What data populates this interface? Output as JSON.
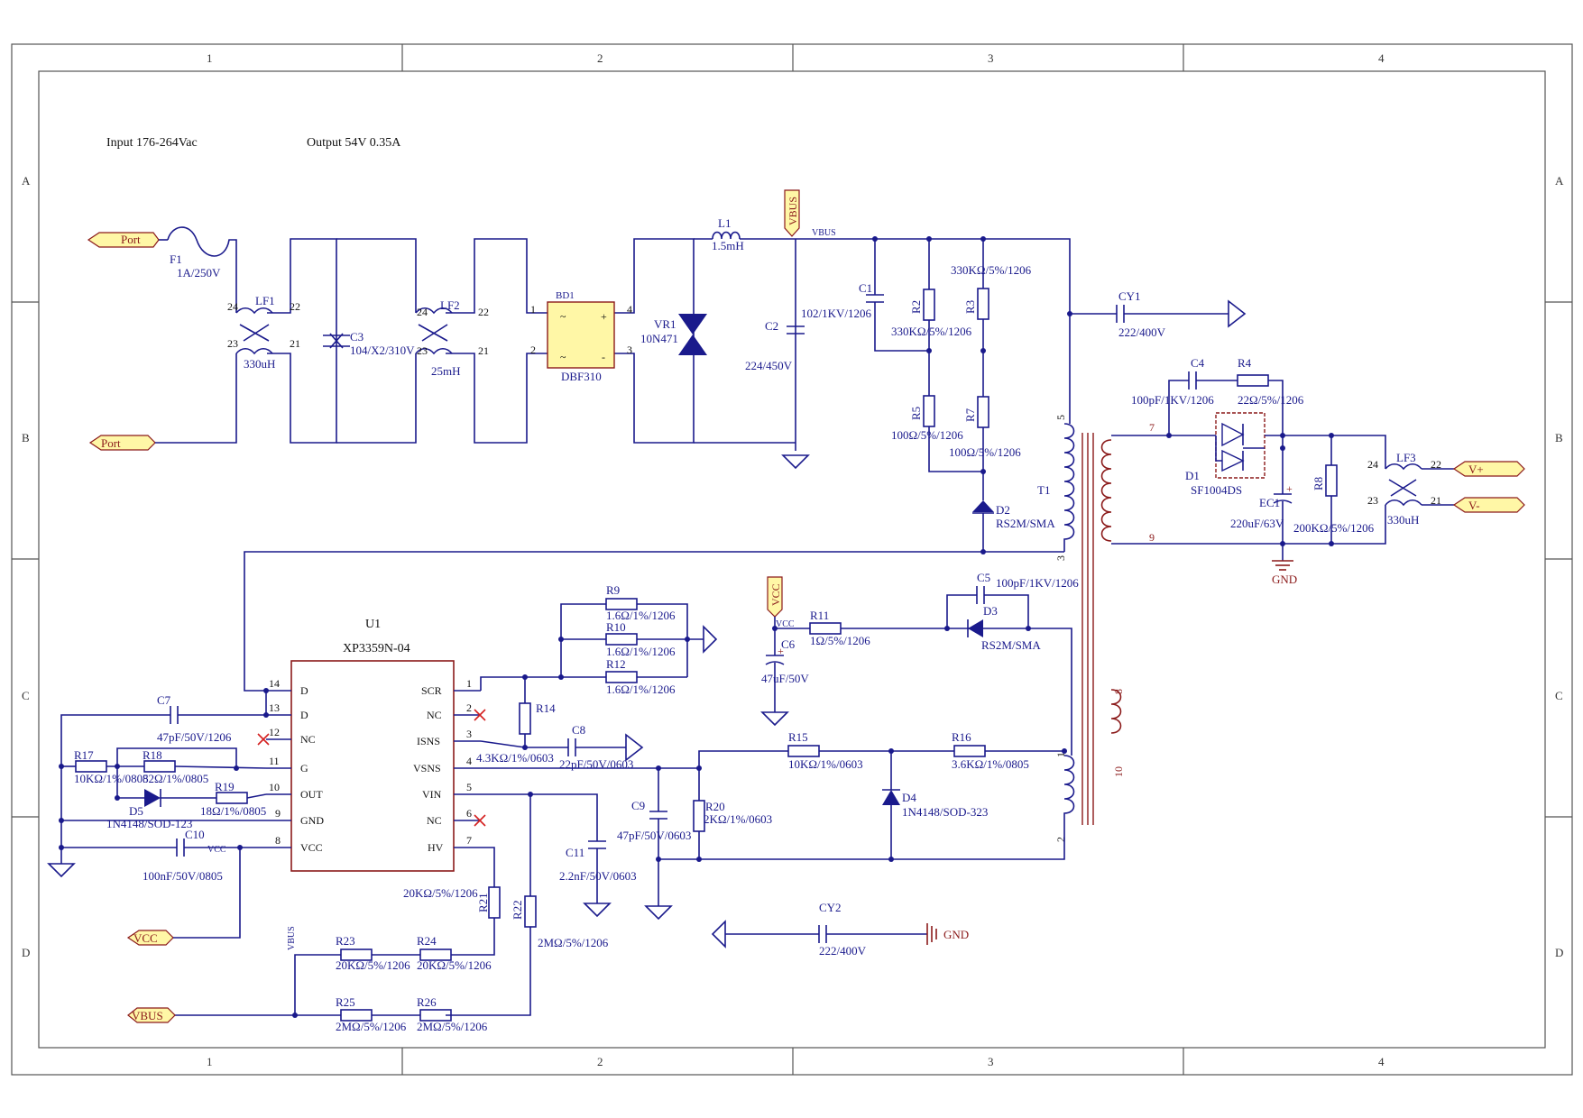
{
  "frame": {
    "columns": [
      "1",
      "2",
      "3",
      "4"
    ],
    "rows": [
      "A",
      "B",
      "C",
      "D"
    ]
  },
  "notes": {
    "input": "Input 176-264Vac",
    "output": "Output 54V 0.35A"
  },
  "ports": {
    "in_top": "Port",
    "in_bottom": "Port",
    "vbus_top": "VBUS",
    "vcc_mid": "VCC",
    "vcc_left": "VCC",
    "vbus_left": "VBUS",
    "vout_pos": "V+",
    "vout_neg": "V-"
  },
  "net_labels": {
    "vbus_net": "VBUS",
    "vcc_net": "VCC",
    "vcc_net2": "VCC",
    "vbus_net2": "VBUS",
    "gnd_right": "GND",
    "gnd_bottom": "GND"
  },
  "components": {
    "F1": {
      "ref": "F1",
      "value": "1A/250V"
    },
    "LF1": {
      "ref": "LF1",
      "value": "330uH",
      "p24": "24",
      "p22": "22",
      "p23": "23",
      "p21": "21"
    },
    "C3": {
      "ref": "C3",
      "value": "104/X2/310V"
    },
    "LF2": {
      "ref": "LF2",
      "value": "25mH",
      "p24": "24",
      "p22": "22",
      "p23": "23",
      "p21": "21"
    },
    "BD1": {
      "ref": "BD1",
      "value": "DBF310",
      "p1": "1",
      "p2": "2",
      "p3": "3",
      "p4": "4"
    },
    "VR1": {
      "ref": "VR1",
      "value": "10N471"
    },
    "L1": {
      "ref": "L1",
      "value": "1.5mH"
    },
    "C2": {
      "ref": "C2",
      "value": "224/450V"
    },
    "C1": {
      "ref": "C1",
      "value": "102/1KV/1206"
    },
    "R2": {
      "ref": "R2",
      "value": "330KΩ/5%/1206"
    },
    "R3": {
      "ref": "R3",
      "value": "330KΩ/5%/1206"
    },
    "R5": {
      "ref": "R5",
      "value": "100Ω/5%/1206"
    },
    "R7": {
      "ref": "R7",
      "value": "100Ω/5%/1206"
    },
    "D2": {
      "ref": "D2",
      "value": "RS2M/SMA"
    },
    "T1": {
      "ref": "T1",
      "p5": "5",
      "p3": "3",
      "p1": "1",
      "p2": "2",
      "p7": "7",
      "p9": "9",
      "p8": "8",
      "p10": "10"
    },
    "CY1": {
      "ref": "CY1",
      "value": "222/400V"
    },
    "C4": {
      "ref": "C4",
      "value": "100pF/1KV/1206"
    },
    "R4": {
      "ref": "R4",
      "value": "22Ω/5%/1206"
    },
    "D1": {
      "ref": "D1",
      "value": "SF1004DS"
    },
    "EC1": {
      "ref": "EC1",
      "value": "220uF/63V"
    },
    "R8": {
      "ref": "R8",
      "value": "200KΩ/5%/1206"
    },
    "LF3": {
      "ref": "LF3",
      "value": "330uH",
      "p24": "24",
      "p22": "22",
      "p23": "23",
      "p21": "21"
    },
    "U1": {
      "ref": "U1",
      "value": "XP3359N-04"
    },
    "R9": {
      "ref": "R9",
      "value": "1.6Ω/1%/1206"
    },
    "R10": {
      "ref": "R10",
      "value": "1.6Ω/1%/1206"
    },
    "R12": {
      "ref": "R12",
      "value": "1.6Ω/1%/1206"
    },
    "R14": {
      "ref": "R14",
      "value": "4.3KΩ/1%/0603"
    },
    "C8": {
      "ref": "C8",
      "value": "22pF/50V/0603"
    },
    "C6": {
      "ref": "C6",
      "value": "47uF/50V"
    },
    "R11": {
      "ref": "R11",
      "value": "1Ω/5%/1206"
    },
    "C5": {
      "ref": "C5",
      "value": "100pF/1KV/1206"
    },
    "D3": {
      "ref": "D3",
      "value": "RS2M/SMA"
    },
    "C7": {
      "ref": "C7",
      "value": "47pF/50V/1206"
    },
    "R17": {
      "ref": "R17",
      "value": "10KΩ/1%/0805"
    },
    "R18": {
      "ref": "R18",
      "value": "82Ω/1%/0805"
    },
    "R19": {
      "ref": "R19",
      "value": "18Ω/1%/0805"
    },
    "D5": {
      "ref": "D5",
      "value": "1N4148/SOD-123"
    },
    "C10": {
      "ref": "C10",
      "value": "100nF/50V/0805"
    },
    "R15": {
      "ref": "R15",
      "value": "10KΩ/1%/0603"
    },
    "R16": {
      "ref": "R16",
      "value": "3.6KΩ/1%/0805"
    },
    "D4": {
      "ref": "D4",
      "value": "1N4148/SOD-323"
    },
    "C9": {
      "ref": "C9",
      "value": "47pF/50V/0603"
    },
    "R20": {
      "ref": "R20",
      "value": "2KΩ/1%/0603"
    },
    "C11": {
      "ref": "C11",
      "value": "2.2nF/50V/0603"
    },
    "R21": {
      "ref": "R21",
      "value": "20KΩ/5%/1206"
    },
    "R22": {
      "ref": "R22",
      "value": "2MΩ/5%/1206"
    },
    "R23": {
      "ref": "R23",
      "value": "20KΩ/5%/1206"
    },
    "R24": {
      "ref": "R24",
      "value": "20KΩ/5%/1206"
    },
    "R25": {
      "ref": "R25",
      "value": "2MΩ/5%/1206"
    },
    "R26": {
      "ref": "R26",
      "value": "2MΩ/5%/1206"
    },
    "CY2": {
      "ref": "CY2",
      "value": "222/400V"
    }
  },
  "u1_pins": {
    "left": [
      {
        "num": "14",
        "name": "D"
      },
      {
        "num": "13",
        "name": "D"
      },
      {
        "num": "12",
        "name": "NC"
      },
      {
        "num": "11",
        "name": "G"
      },
      {
        "num": "10",
        "name": "OUT"
      },
      {
        "num": "9",
        "name": "GND"
      },
      {
        "num": "8",
        "name": "VCC"
      }
    ],
    "right": [
      {
        "num": "1",
        "name": "SCR"
      },
      {
        "num": "2",
        "name": "NC"
      },
      {
        "num": "3",
        "name": "ISNS"
      },
      {
        "num": "4",
        "name": "VSNS"
      },
      {
        "num": "5",
        "name": "VIN"
      },
      {
        "num": "6",
        "name": "NC"
      },
      {
        "num": "7",
        "name": "HV"
      }
    ]
  },
  "colors": {
    "wire": "#1a1a8c",
    "component_red": "#8b1a1a",
    "port_fill": "#fff7a6",
    "frame": "#555555"
  }
}
